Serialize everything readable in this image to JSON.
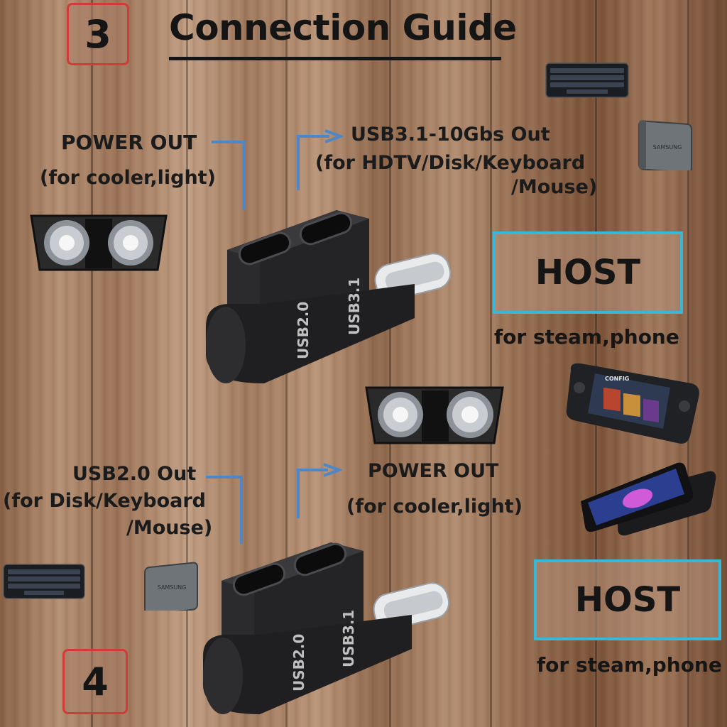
{
  "header": {
    "step_top": "3",
    "title": "Connection Guide",
    "step_bottom": "4"
  },
  "panel_top": {
    "power_out_line1": "POWER OUT",
    "power_out_line2": "(for cooler,light)",
    "usb31_line1": "USB3.1-10Gbs Out",
    "usb31_line2": "(for HDTV/Disk/Keyboard",
    "usb31_line3": "/Mouse)",
    "host_label": "HOST",
    "host_sub": "for steam,phone",
    "port_label_left": "USB2.0",
    "port_label_right": "USB3.1"
  },
  "panel_bottom": {
    "usb20_line1": "USB2.0 Out",
    "usb20_line2": "(for Disk/Keyboard",
    "usb20_line3": "/Mouse)",
    "power_out_line1": "POWER OUT",
    "power_out_line2": "(for cooler,light)",
    "host_label": "HOST",
    "host_sub": "for steam,phone",
    "port_label_left": "USB2.0",
    "port_label_right": "USB3.1"
  },
  "devices": {
    "ssd_brand": "SAMSUNG",
    "console_brand": "CONFIG"
  },
  "colors": {
    "accent_blue": "#4f86c6",
    "host_border": "#3ab7d6",
    "number_border": "#d33a3a"
  },
  "icons": [
    "keyboard-icon",
    "ssd-icon",
    "cooler-fan-icon",
    "adapter-icon",
    "handheld-console-icon",
    "smartphone-icon",
    "arrow-right-icon"
  ]
}
